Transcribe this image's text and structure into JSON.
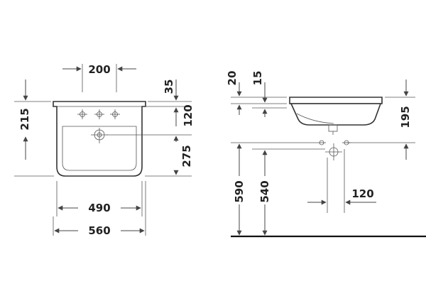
{
  "front_view": {
    "dimensions": {
      "tap_spacing": "200",
      "rim_height": "35",
      "rim_to_tap": "215",
      "tap_to_overflow": "120",
      "bowl_height": "275",
      "inner_width": "490",
      "overall_width": "560"
    }
  },
  "side_view": {
    "dimensions": {
      "rim_thickness": "20",
      "ledge": "15",
      "bowl_depth": "195",
      "rim_above_floor": "590",
      "drain_above_floor": "540",
      "drain_offset": "120"
    }
  },
  "icons": {
    "tap_hole": "crosshair-circle-icon",
    "drain_hole": "drain-circle-icon"
  },
  "colors": {
    "line": "#444444",
    "text": "#222222",
    "background": "#ffffff"
  }
}
